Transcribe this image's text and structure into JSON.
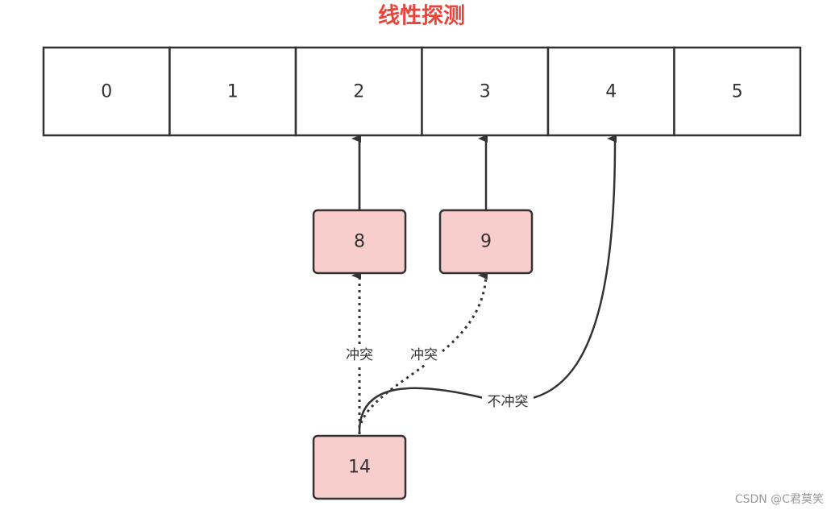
{
  "title": "线性探测",
  "title_color": "#e8453c",
  "table_cells": [
    "0",
    "1",
    "2",
    "3",
    "4",
    "5"
  ],
  "nodes": {
    "a": "8",
    "b": "9",
    "c": "14"
  },
  "edge_labels": {
    "conflict_1": "冲突",
    "conflict_2": "冲突",
    "no_conflict": "不冲突"
  },
  "node_fill": "#f8cecc",
  "watermark": "CSDN @C君莫笑"
}
